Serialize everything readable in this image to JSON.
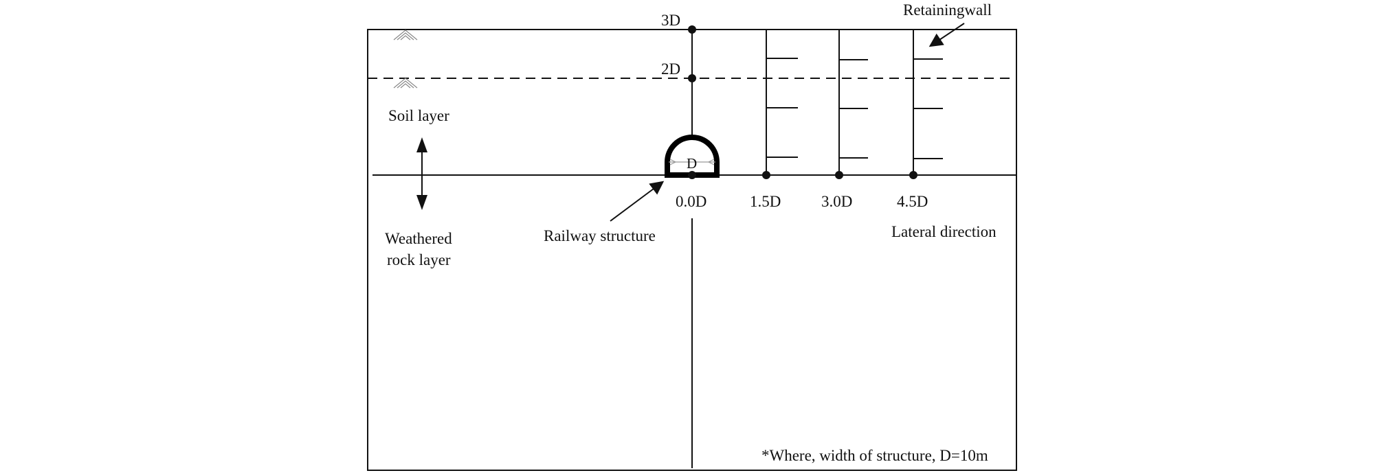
{
  "labels": {
    "depth_3d": "3D",
    "depth_2d": "2D",
    "retaining_wall": "Retainingwall",
    "soil_layer": "Soil layer",
    "weathered_line1": "Weathered",
    "weathered_line2": "rock layer",
    "railway_structure": "Railway structure",
    "tunnel_width": "D",
    "lateral_direction": "Lateral direction",
    "note": "*Where, width of structure, D=10m"
  },
  "lateral_positions": [
    "0.0D",
    "1.5D",
    "3.0D",
    "4.5D"
  ]
}
